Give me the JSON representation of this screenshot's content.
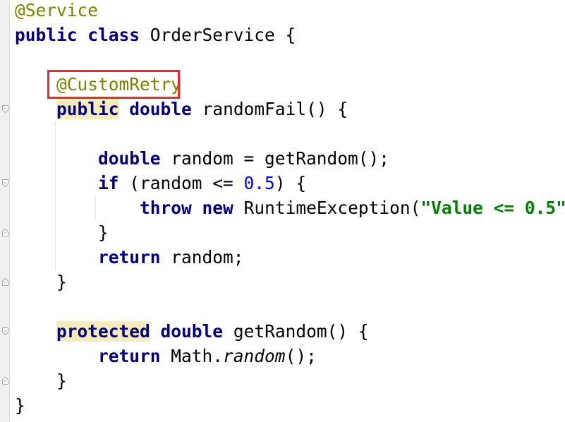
{
  "editor": {
    "language": "java",
    "lines": [
      {
        "segments": [
          {
            "t": "@Service",
            "c": "ann"
          }
        ]
      },
      {
        "segments": [
          {
            "t": "public",
            "c": "kw"
          },
          {
            "t": " "
          },
          {
            "t": "class",
            "c": "kw"
          },
          {
            "t": " OrderService {"
          }
        ]
      },
      {
        "segments": []
      },
      {
        "segments": [
          {
            "t": "    "
          },
          {
            "t": "@CustomRetry",
            "c": "ann"
          }
        ]
      },
      {
        "segments": [
          {
            "t": "    "
          },
          {
            "t": "public",
            "c": "kw hl"
          },
          {
            "t": " "
          },
          {
            "t": "double",
            "c": "kw"
          },
          {
            "t": " randomFail() {"
          }
        ]
      },
      {
        "segments": []
      },
      {
        "segments": [
          {
            "t": "        "
          },
          {
            "t": "double",
            "c": "kw"
          },
          {
            "t": " random = getRandom();"
          }
        ]
      },
      {
        "segments": [
          {
            "t": "        "
          },
          {
            "t": "if",
            "c": "kw"
          },
          {
            "t": " (random <= "
          },
          {
            "t": "0.5",
            "c": "num"
          },
          {
            "t": ") {"
          }
        ]
      },
      {
        "segments": [
          {
            "t": "            "
          },
          {
            "t": "throw",
            "c": "kw"
          },
          {
            "t": " "
          },
          {
            "t": "new",
            "c": "kw"
          },
          {
            "t": " RuntimeException("
          },
          {
            "t": "\"Value <= 0.5\"",
            "c": "str"
          },
          {
            "t": ");"
          }
        ]
      },
      {
        "segments": [
          {
            "t": "        }"
          }
        ]
      },
      {
        "segments": [
          {
            "t": "        "
          },
          {
            "t": "return",
            "c": "kw"
          },
          {
            "t": " random;"
          }
        ]
      },
      {
        "segments": [
          {
            "t": "    }"
          }
        ]
      },
      {
        "segments": []
      },
      {
        "segments": [
          {
            "t": "    "
          },
          {
            "t": "protected",
            "c": "kw hl"
          },
          {
            "t": " "
          },
          {
            "t": "double",
            "c": "kw"
          },
          {
            "t": " getRandom() {"
          }
        ]
      },
      {
        "segments": [
          {
            "t": "        "
          },
          {
            "t": "return",
            "c": "kw"
          },
          {
            "t": " Math."
          },
          {
            "t": "random",
            "c": "ital"
          },
          {
            "t": "();"
          }
        ]
      },
      {
        "segments": [
          {
            "t": "    }"
          }
        ]
      },
      {
        "segments": [
          {
            "t": "}"
          }
        ]
      }
    ],
    "fold_markers": [
      {
        "line": 4,
        "kind": "open"
      },
      {
        "line": 7,
        "kind": "open"
      },
      {
        "line": 9,
        "kind": "close"
      },
      {
        "line": 11,
        "kind": "close"
      },
      {
        "line": 13,
        "kind": "open"
      },
      {
        "line": 15,
        "kind": "close"
      }
    ],
    "highlighted_annotation": "@CustomRetry",
    "colors": {
      "annotation": "#808000",
      "keyword": "#000080",
      "number": "#0000ff",
      "string": "#008000",
      "highlight": "#f6ebbc",
      "box": "#e52b2b"
    }
  }
}
